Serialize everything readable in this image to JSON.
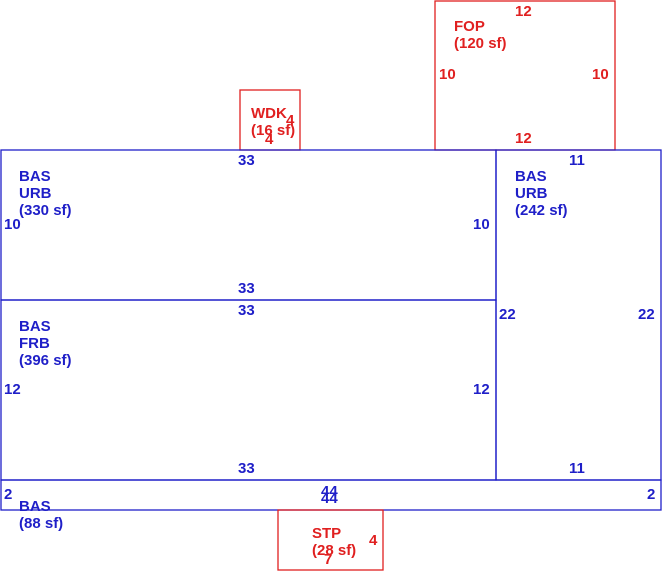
{
  "colors": {
    "main": "#1f1fc8",
    "addition": "#e02020"
  },
  "areas": {
    "fop": {
      "code": "FOP",
      "area": "(120 sf)",
      "dims": {
        "top": "12",
        "bottom": "12",
        "left": "10",
        "right": "10"
      }
    },
    "wdk": {
      "code": "WDK",
      "area": "(16 sf)",
      "dims": {
        "right": "4",
        "bottom": "4"
      }
    },
    "bas_urb_left": {
      "code": "BAS",
      "sub": "URB",
      "area": "(330 sf)",
      "dims": {
        "top": "33",
        "bottom": "33",
        "left": "10",
        "right": "10"
      }
    },
    "bas_frb": {
      "code": "BAS",
      "sub": "FRB",
      "area": "(396 sf)",
      "dims": {
        "top": "33",
        "bottom": "33",
        "left": "12",
        "right": "12"
      }
    },
    "bas_urb_right": {
      "code": "BAS",
      "sub": "URB",
      "area": "(242 sf)",
      "dims": {
        "top": "11",
        "bottom": "11",
        "left": "22",
        "right": "22"
      }
    },
    "bas_strip": {
      "code": "BAS",
      "area": "(88 sf)",
      "dims": {
        "top": "44",
        "bottom": "44",
        "left": "2",
        "right": "2"
      }
    },
    "stp": {
      "code": "STP",
      "area": "(28 sf)",
      "dims": {
        "right": "4",
        "bottom": "7"
      }
    }
  }
}
